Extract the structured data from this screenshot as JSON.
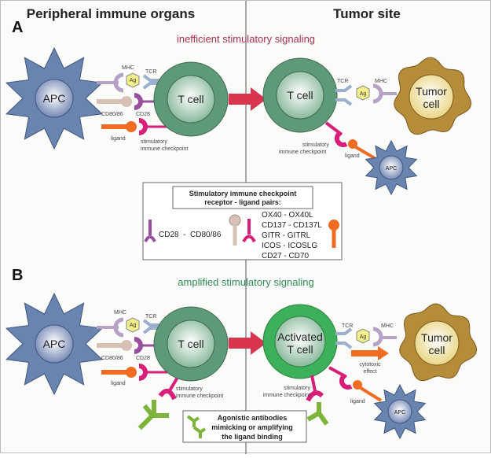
{
  "headers": {
    "left": "Peripheral immune organs",
    "right": "Tumor site"
  },
  "panel_a": {
    "letter": "A",
    "signal_text": "inefficient stimulatory signaling",
    "signal_color": "#a8304f",
    "left": {
      "apc": "APC",
      "tcell": "T cell",
      "mhc": "MHC",
      "ag": "Ag",
      "tcr": "TCR",
      "cd80": "CD80/86",
      "cd28": "CD28",
      "ligand": "ligand",
      "checkpoint_1": "stimulatory",
      "checkpoint_2": "immune checkpoint"
    },
    "right": {
      "tcell": "T cell",
      "tcr": "TCR",
      "mhc": "MHC",
      "ag": "Ag",
      "tumor_1": "Tumor",
      "tumor_2": "cell",
      "checkpoint_1": "stimulatory",
      "checkpoint_2": "immune checkpoint",
      "ligand": "ligand",
      "apc": "APC"
    }
  },
  "legend_box": {
    "title_1": "Stimulatory immune checkpoint",
    "title_2": "receptor - ligand pairs:",
    "pair_main": "CD28  -  CD80/86",
    "pairs": [
      "OX40 - OX40L",
      "CD137 - CD137L",
      "GITR - GITRL",
      "ICOS - ICOSLG",
      "CD27 - CD70"
    ]
  },
  "panel_b": {
    "letter": "B",
    "signal_text": "amplified stimulatory signaling",
    "signal_color": "#2e8b57",
    "left": {
      "apc": "APC",
      "tcell": "T cell",
      "mhc": "MHC",
      "ag": "Ag",
      "tcr": "TCR",
      "cd80": "CD80/86",
      "cd28": "CD28",
      "ligand": "ligand",
      "checkpoint_1": "stimulatory",
      "checkpoint_2": "immune checkpoint"
    },
    "right": {
      "tcell_1": "Activated",
      "tcell_2": "T cell",
      "tcr": "TCR",
      "mhc": "MHC",
      "ag": "Ag",
      "tumor_1": "Tumor",
      "tumor_2": "cell",
      "cytotoxic_1": "cytotoxic",
      "cytotoxic_2": "effect",
      "checkpoint_1": "stimulatory",
      "checkpoint_2": "immune checkpoint",
      "ligand": "ligand",
      "apc": "APC"
    },
    "antibody_box": [
      "Agonistic antibodies",
      "mimicking or amplifying",
      "the ligand binding"
    ]
  },
  "colors": {
    "apc": "#6a84b0",
    "tcell": "#5f9a78",
    "tcell_active": "#3db05a",
    "tumor": "#b48c3a",
    "arrow": "#d9354f",
    "cd28": "#9a4f9e",
    "cd80": "#d6c1b4",
    "checkpoint": "#d81e78",
    "ligand": "#ef6c22",
    "antibody": "#7fb43a",
    "tcr": "#9bb0cc",
    "mhc": "#b6a2c6",
    "ag": "#f2f08a"
  }
}
